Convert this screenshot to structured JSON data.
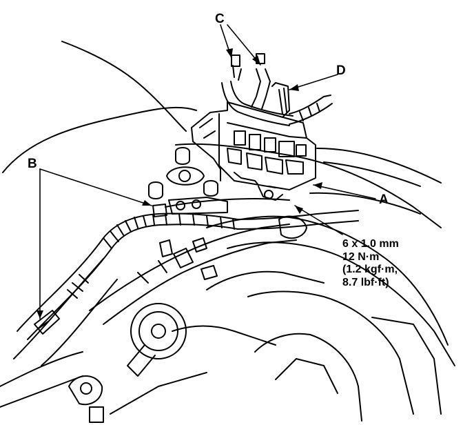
{
  "callouts": {
    "a": "A",
    "b": "B",
    "c": "C",
    "d": "D"
  },
  "torque_spec": {
    "bolt_size": "6 x 1.0 mm",
    "torque_nm": "12 N·m",
    "torque_kgfm": "(1.2 kgf·m,",
    "torque_lbfft": "8.7 lbf·ft)"
  }
}
